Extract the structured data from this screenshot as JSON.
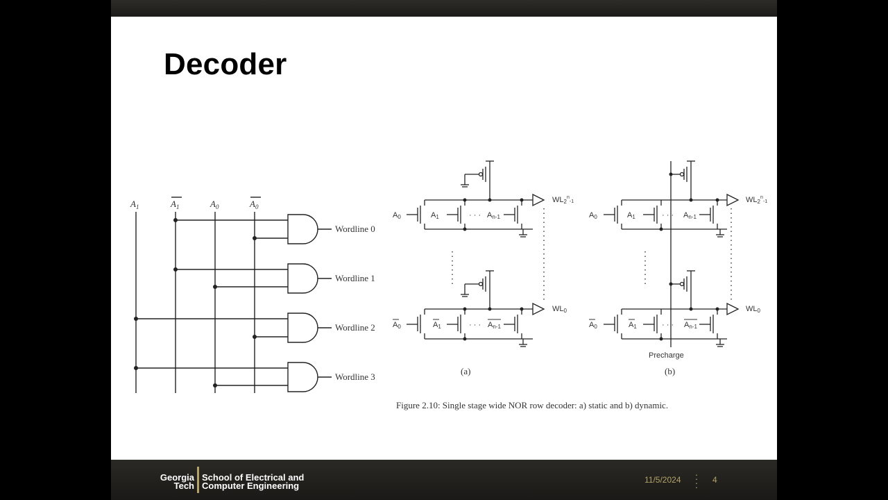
{
  "slide": {
    "title": "Decoder",
    "footer": {
      "logo_line1": "Georgia",
      "logo_line2": "Tech",
      "school_line1": "School of Electrical and",
      "school_line2": "Computer Engineering",
      "date": "11/5/2024",
      "page_number": "4"
    }
  },
  "and_decoder": {
    "inputs": [
      {
        "label": "A",
        "sub": "1",
        "bar": false
      },
      {
        "label": "A",
        "sub": "1",
        "bar": true
      },
      {
        "label": "A",
        "sub": "0",
        "bar": false
      },
      {
        "label": "A",
        "sub": "0",
        "bar": true
      }
    ],
    "outputs": [
      "Wordline 0",
      "Wordline 1",
      "Wordline 2",
      "Wordline 3"
    ]
  },
  "nor_decoder": {
    "panel_a_caption": "(a)",
    "panel_b_caption": "(b)",
    "precharge_label": "Precharge",
    "wl_top": "WL",
    "wl_top_sub": "2",
    "wl_top_sup": "n",
    "wl_top_tail": "-1",
    "wl_bottom": "WL",
    "wl_bottom_sub": "0",
    "top_row_inputs": [
      {
        "label": "A",
        "sub": "0"
      },
      {
        "label": "A",
        "sub": "1"
      },
      {
        "label": "A",
        "sub": "n-1"
      }
    ],
    "bottom_row_inputs": [
      {
        "label": "A",
        "sub": "0",
        "bar": true
      },
      {
        "label": "A",
        "sub": "1",
        "bar": true
      },
      {
        "label": "A",
        "sub": "n-1",
        "bar": true
      }
    ],
    "dots": "· · ·",
    "figure_caption": "Figure 2.10: Single stage wide NOR row decoder: a) static and b) dynamic."
  }
}
